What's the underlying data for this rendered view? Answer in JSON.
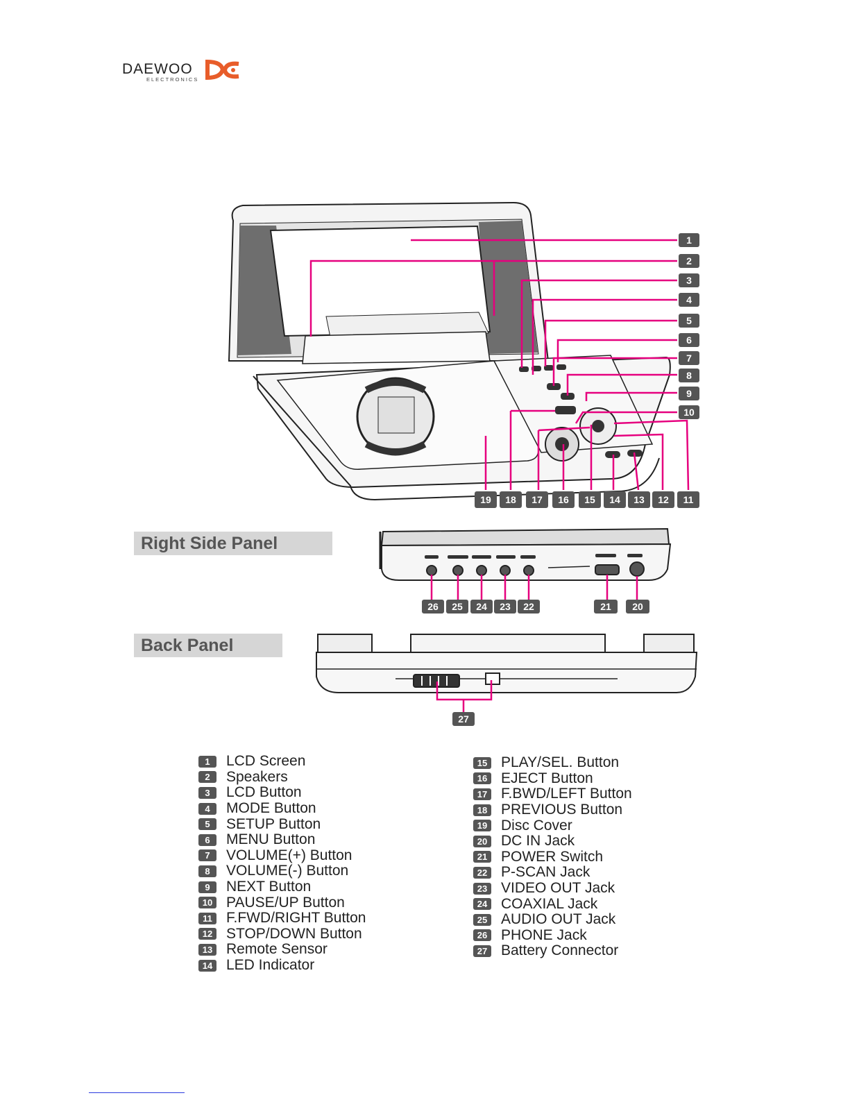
{
  "logo": {
    "brand": "DAEWOO",
    "sub": "ELECTRONICS"
  },
  "colors": {
    "callout": "#e6007e",
    "badge": "#555555",
    "label_bg": "#d6d6d6"
  },
  "panels": {
    "right_side": "Right Side Panel",
    "back": "Back Panel"
  },
  "callouts": {
    "front": [
      "1",
      "2",
      "3",
      "4",
      "5",
      "6",
      "7",
      "8",
      "9",
      "10"
    ],
    "bottom": [
      "19",
      "18",
      "17",
      "16",
      "15",
      "14",
      "13",
      "12",
      "11"
    ],
    "side": [
      "26",
      "25",
      "24",
      "23",
      "22",
      "21",
      "20"
    ],
    "back": "27"
  },
  "legend_left": [
    {
      "num": "1",
      "label": "LCD Screen"
    },
    {
      "num": "2",
      "label": "Speakers"
    },
    {
      "num": "3",
      "label": "LCD Button"
    },
    {
      "num": "4",
      "label": "MODE Button"
    },
    {
      "num": "5",
      "label": "SETUP Button"
    },
    {
      "num": "6",
      "label": "MENU Button"
    },
    {
      "num": "7",
      "label": "VOLUME(+) Button"
    },
    {
      "num": "8",
      "label": "VOLUME(-) Button"
    },
    {
      "num": "9",
      "label": "NEXT Button"
    },
    {
      "num": "10",
      "label": "PAUSE/UP Button"
    },
    {
      "num": "11",
      "label": "F.FWD/RIGHT Button"
    },
    {
      "num": "12",
      "label": "STOP/DOWN Button"
    },
    {
      "num": "13",
      "label": "Remote Sensor"
    },
    {
      "num": "14",
      "label": "LED Indicator"
    }
  ],
  "legend_right": [
    {
      "num": "15",
      "label": "PLAY/SEL. Button"
    },
    {
      "num": "16",
      "label": "EJECT Button"
    },
    {
      "num": "17",
      "label": "F.BWD/LEFT Button"
    },
    {
      "num": "18",
      "label": "PREVIOUS Button"
    },
    {
      "num": "19",
      "label": "Disc Cover"
    },
    {
      "num": "20",
      "label": "DC IN Jack"
    },
    {
      "num": "21",
      "label": "POWER Switch"
    },
    {
      "num": "22",
      "label": "P-SCAN Jack"
    },
    {
      "num": "23",
      "label": "VIDEO OUT Jack"
    },
    {
      "num": "24",
      "label": "COAXIAL Jack"
    },
    {
      "num": "25",
      "label": "AUDIO OUT Jack"
    },
    {
      "num": "26",
      "label": "PHONE Jack"
    },
    {
      "num": "27",
      "label": "Battery Connector"
    }
  ]
}
